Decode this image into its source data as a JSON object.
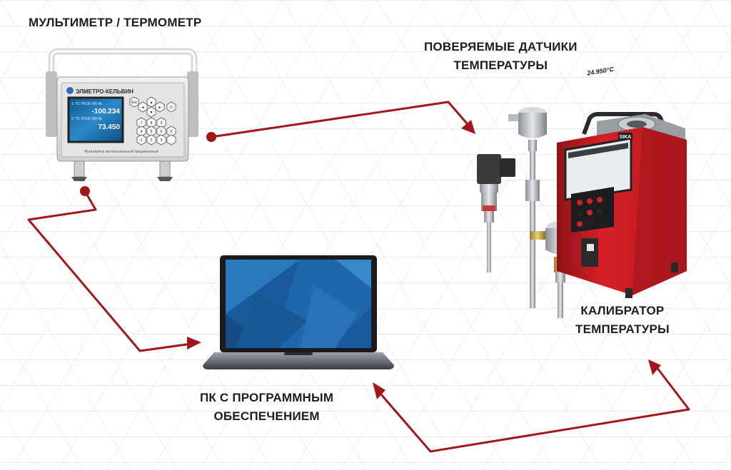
{
  "labels": {
    "multimeter": "МУЛЬТИМЕТР / ТЕРМОМЕТР",
    "sensors_line1": "ПОВЕРЯЕМЫЕ ДАТЧИКИ",
    "sensors_line2": "ТЕМПЕРАТУРЫ",
    "calibrator_line1": "КАЛИБРАТОР",
    "calibrator_line2": "ТЕМПЕРАТУРЫ",
    "pc_line1": "ПК С ПРОГРАММНЫМ",
    "pc_line2": "ОБЕСПЕЧЕНИЕМ"
  },
  "multimeter_device": {
    "brand": "ЭЛМЕТРО-КЕЛЬВИН",
    "reading1": "-100.234",
    "reading2": "73.450",
    "channel1": "1: TC PI100 (W) 4x",
    "channel2": "2: TC PI100 (W) 4x",
    "caption": "Мультиметр многоканальный прецизионный",
    "keys": [
      "Esc",
      "◄",
      "▲",
      "►",
      "▼",
      "⏻",
      "7",
      "8",
      "9",
      "4",
      "5",
      "6",
      "1",
      "2",
      "3",
      "0",
      "."
    ]
  },
  "calibrator_device": {
    "brand": "SIKA",
    "display_value": "24.950°C"
  },
  "colors": {
    "connector": "#a3161a",
    "grid": "#d6dbe2",
    "calibrator_body": "#d61f26",
    "label_text": "#1e1e1e"
  }
}
